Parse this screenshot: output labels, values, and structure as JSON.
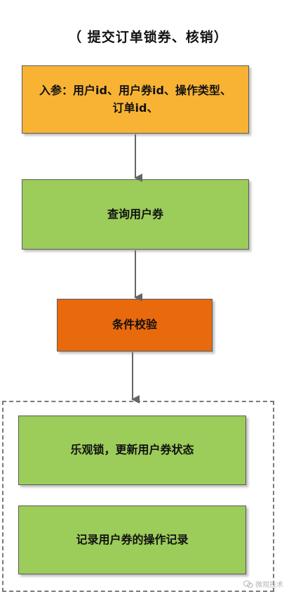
{
  "title": "（ 提交订单锁券、核销）",
  "steps": {
    "input": "入参：用户id、用户券id、操作类型、订单id、",
    "query": "查询用户券",
    "check": "条件校验",
    "lock": "乐观锁，更新用户券状态",
    "record": "记录用户券的操作记录"
  },
  "watermark": "微观技术",
  "colors": {
    "input_box": "#f8b334",
    "green_box": "#9ccc5a",
    "orange_box": "#e96a0c",
    "connector": "#666666"
  }
}
